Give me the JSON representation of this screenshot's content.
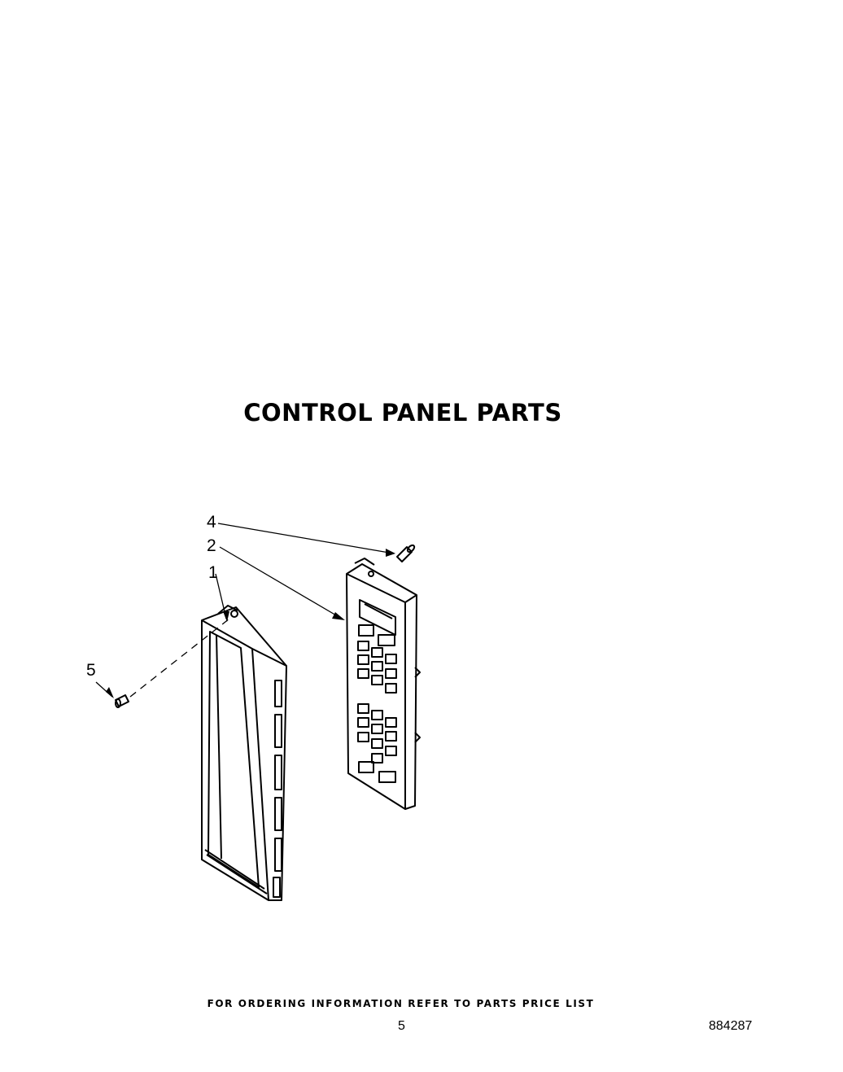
{
  "title": "CONTROL PANEL PARTS",
  "callouts": [
    "4",
    "2",
    "1",
    "5"
  ],
  "footer": {
    "ordering_note": "FOR ORDERING INFORMATION REFER TO PARTS PRICE LIST",
    "page_number": "5",
    "document_number": "884287"
  }
}
